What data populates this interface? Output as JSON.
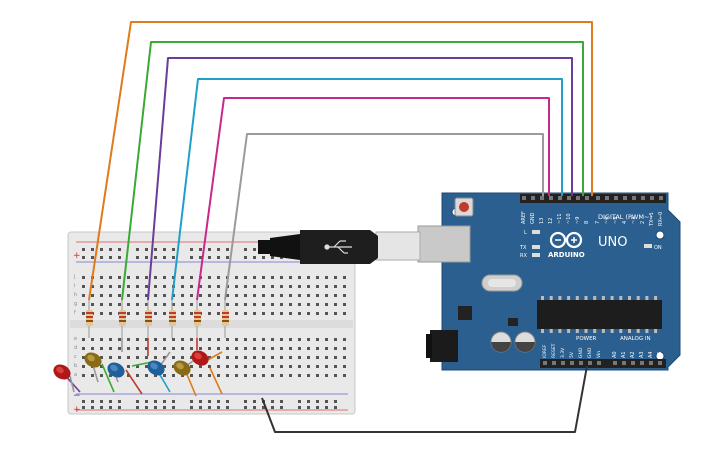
{
  "board": {
    "pins_digital": [
      "AREF",
      "GND",
      "13",
      "12",
      "~11",
      "~10",
      "~9",
      "8",
      "7",
      "~6",
      "~5",
      "4",
      "~3",
      "2",
      "TX→1",
      "RX←0"
    ],
    "digital_label": "DIGITAL (PWM~)",
    "brand": "ARDUINO",
    "model": "UNO",
    "on_label": "ON",
    "led_l": "L",
    "led_tx": "TX",
    "led_rx": "RX",
    "power_label": "POWER",
    "analog_label": "ANALOG IN",
    "power_pins": [
      "IOREF",
      "RESET",
      "3.3V",
      "5V",
      "GND",
      "GND",
      "Vin"
    ],
    "analog_pins": [
      "A0",
      "A1",
      "A2",
      "A3",
      "A4",
      "A5"
    ]
  },
  "breadboard": {
    "rail_plus": "+",
    "rail_minus": "−",
    "row_letters_top": [
      "j",
      "i",
      "h",
      "g",
      "f"
    ],
    "row_letters_bottom": [
      "e",
      "d",
      "c",
      "b",
      "a"
    ]
  },
  "colors": {
    "board": "#2a5f8f",
    "breadboard": "#e8e8e8",
    "wire_orange": "#e07b1a",
    "wire_green": "#3aaa35",
    "wire_purple": "#6a3d9a",
    "wire_cyan": "#1fa0c8",
    "wire_magenta": "#c8288c",
    "wire_gray": "#9a9a9a",
    "wire_black": "#333333",
    "led_red": "#b01818",
    "led_yellow": "#9a7a20",
    "led_blue": "#1f5f9a",
    "led_green": "#2a8a3a"
  }
}
